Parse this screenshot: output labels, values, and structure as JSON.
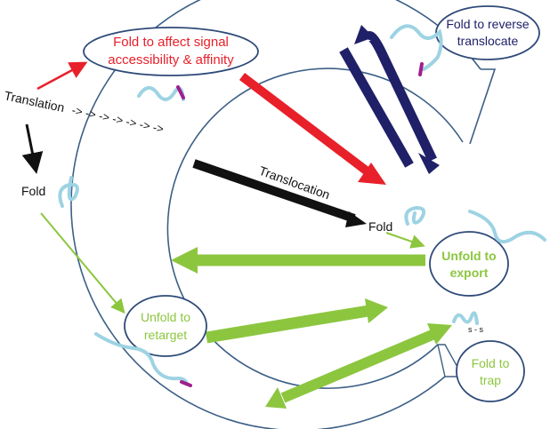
{
  "labels": {
    "signal": [
      "Fold to affect signal",
      "accessibility & affinity"
    ],
    "reverse": [
      "Fold to reverse",
      "translocate"
    ],
    "translation": "Translation",
    "translation_arrows": "-> -> -> -> -> -> ->",
    "fold_left": "Fold",
    "translocation": "Translocation",
    "fold_center": "Fold",
    "export": [
      "Unfold to",
      "export"
    ],
    "retarget": [
      "Unfold to",
      "retarget"
    ],
    "trap": [
      "Fold to",
      "trap"
    ],
    "disulfide": "s - s"
  },
  "colors": {
    "red": "#e8202a",
    "navy": "#1f2068",
    "black": "#111111",
    "green": "#8cc63f",
    "membrane": "#3c5f86",
    "ellipse_border": "#2e4a78",
    "protein": "#9dd3e3",
    "signal_tag": "#a01f8c",
    "retarget_text": "#8cc63f"
  },
  "icons": [
    "protein-coil-icon",
    "signal-peptide-icon",
    "disulfide-bond-icon"
  ]
}
